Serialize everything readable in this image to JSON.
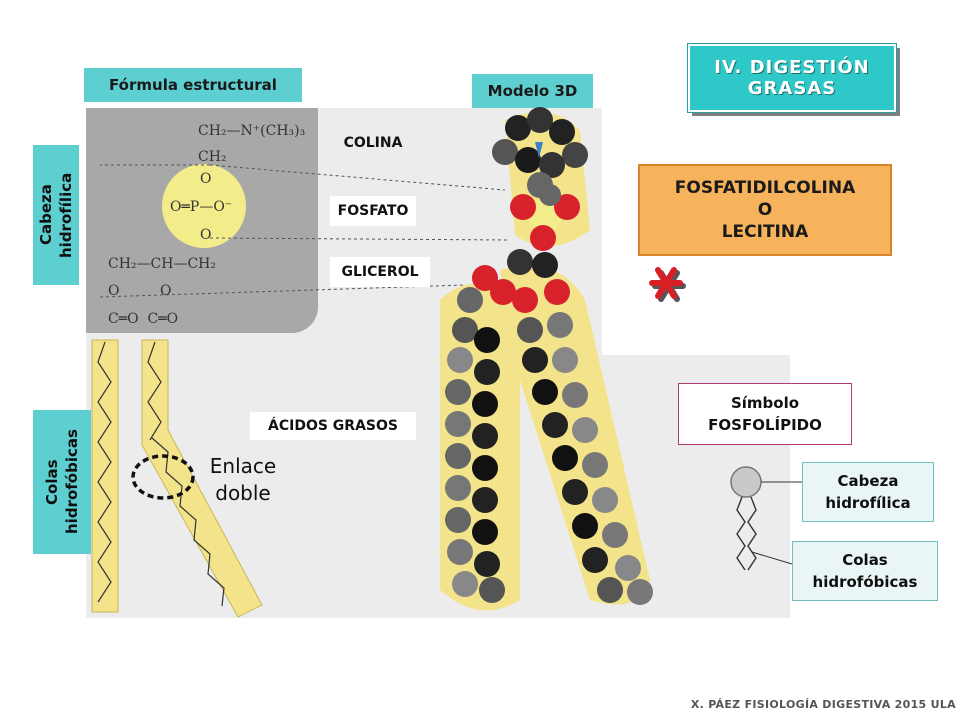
{
  "title": {
    "line1": "IV. DIGESTIÓN",
    "line2": "GRASAS"
  },
  "headers": {
    "formula": "Fórmula estructural",
    "model": "Modelo 3D"
  },
  "side_labels": {
    "head": "Cabeza hidrofílica",
    "tails": "Colas hidrofóbicas"
  },
  "parts": {
    "choline": "COLINA",
    "phosphate": "FOSFATO",
    "glycerol": "GLICEROL",
    "fatty_acids": "ÁCIDOS GRASOS"
  },
  "formula": {
    "row1": "CH₂—N⁺(CH₃)₃",
    "row2": "CH₂",
    "o1": "O",
    "p_row": "O═P—O⁻",
    "o2": "O",
    "glycerol": "CH₂—CH—CH₂",
    "o3": "O",
    "o4": "O",
    "ester": "C═O  C═O"
  },
  "double_bond": "Enlace doble",
  "molecule_box": {
    "line1": "FOSFATIDILCOLINA",
    "line2": "O",
    "line3": "LECITINA"
  },
  "symbol_box": {
    "line1": "Símbolo",
    "line2": "FOSFOLÍPIDO"
  },
  "symbol_labels": {
    "head": "Cabeza hidrofílica",
    "tails": "Colas hidrofóbicas"
  },
  "footer": "X. PÁEZ   FISIOLOGÍA DIGESTIVA 2015  ULA",
  "colors": {
    "teal": "#5ecfd0",
    "orange": "#f7b25c",
    "oxygen_red": "#d8222b",
    "carbon_gray": "#6a6a6a",
    "phosphate_yellow": "#f3ec8a",
    "asterisk": "#d81f26"
  }
}
